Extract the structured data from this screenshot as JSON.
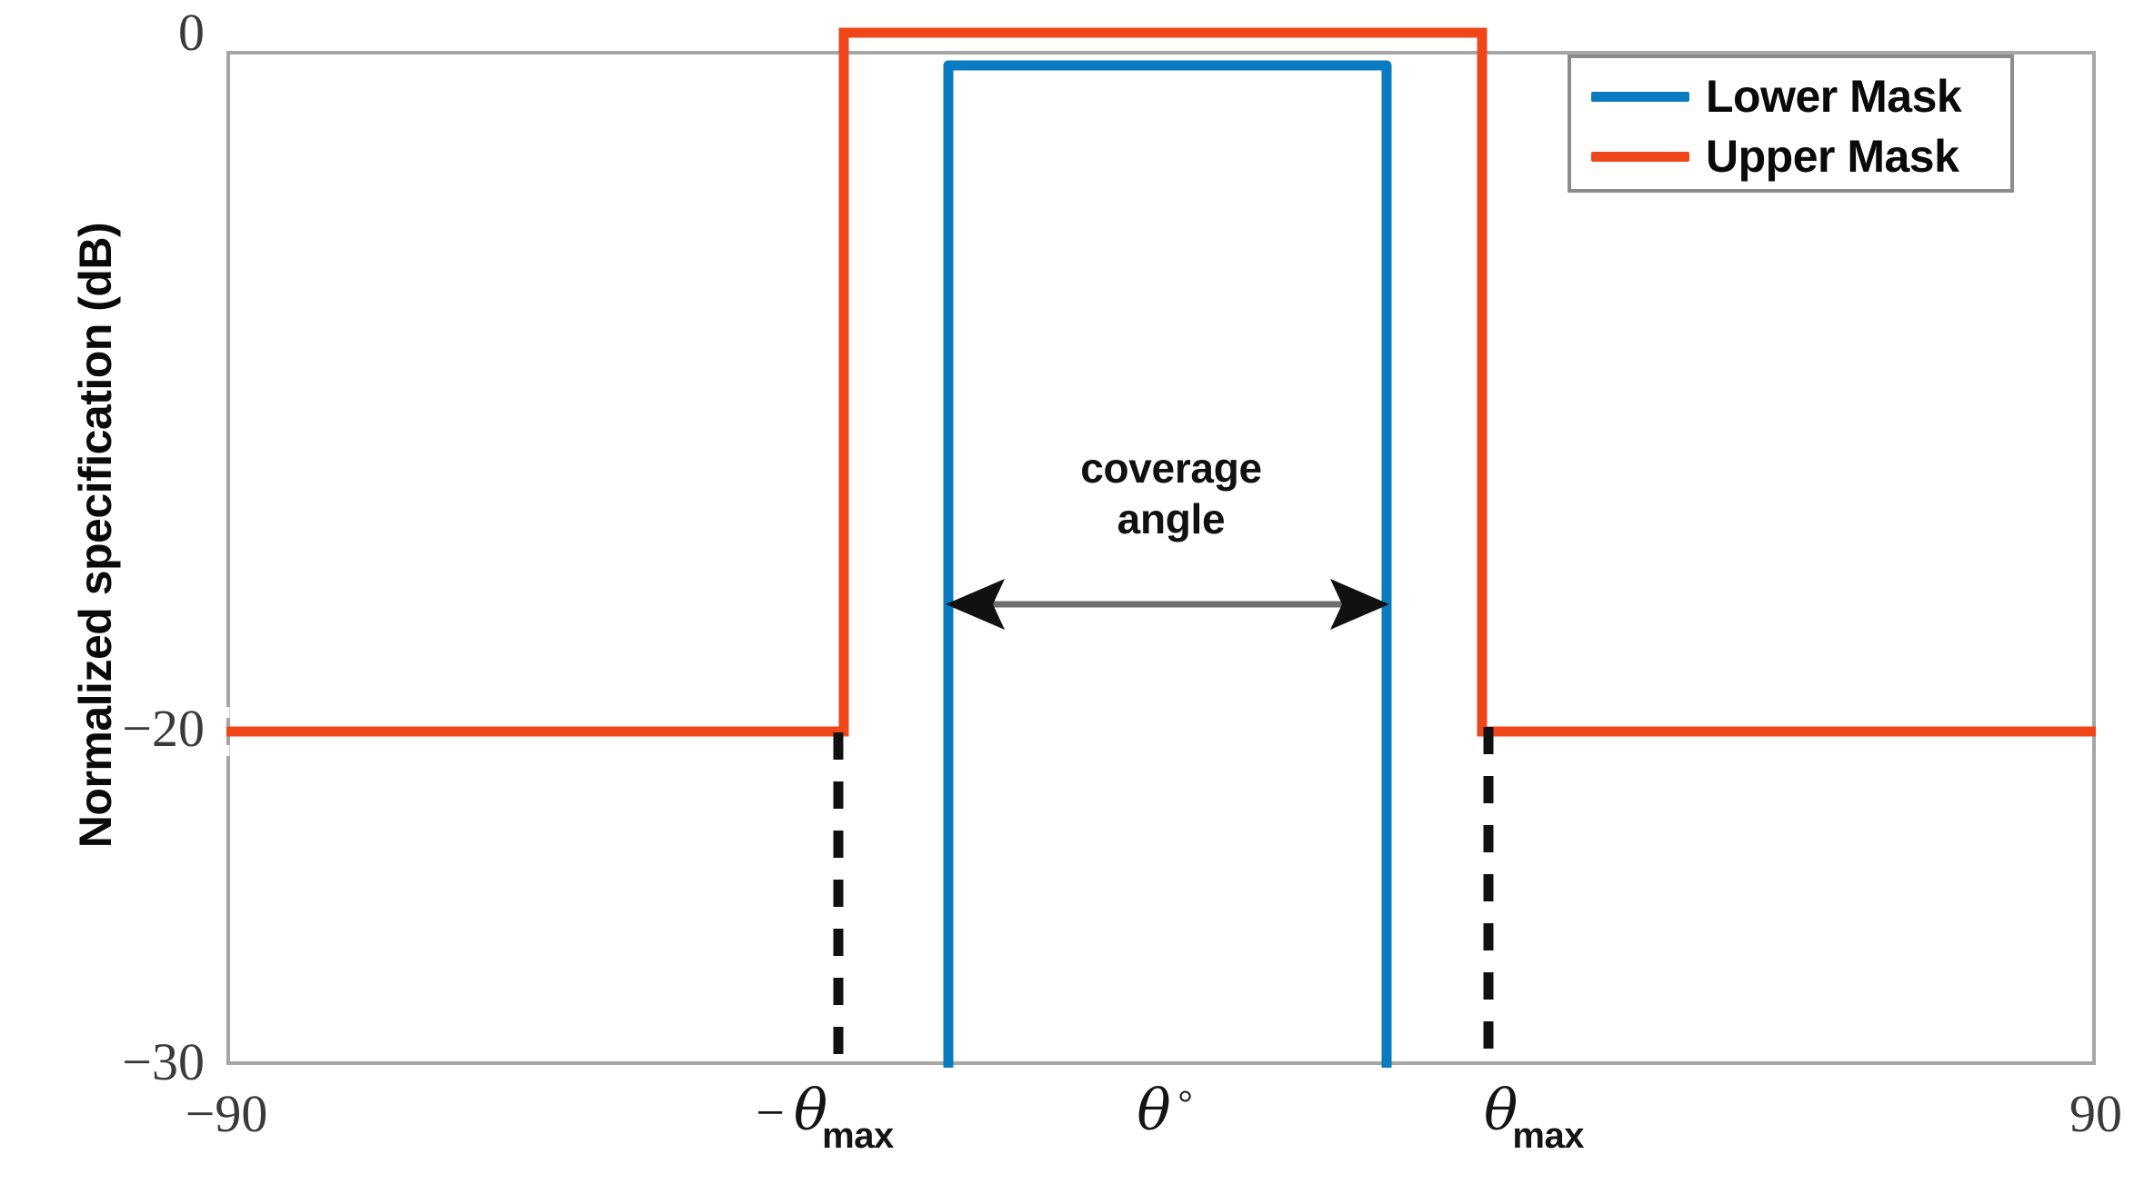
{
  "chart_data": {
    "type": "line",
    "title": "",
    "xlabel": "θ °",
    "ylabel": "Normalized specification (dB)",
    "xlim": [
      -90,
      90
    ],
    "ylim": [
      -30,
      0
    ],
    "grid": false,
    "legend_position": "top-right",
    "xticks": [
      {
        "value": -90,
        "label": "−90"
      },
      {
        "value": -38,
        "label": "−θmax"
      },
      {
        "value": 38,
        "label": "θmax"
      },
      {
        "value": 90,
        "label": "90"
      }
    ],
    "yticks": [
      {
        "value": 0,
        "label": "0"
      },
      {
        "value": -20,
        "label": "−20"
      },
      {
        "value": -30,
        "label": "−30"
      }
    ],
    "series": [
      {
        "name": "Lower Mask",
        "color": "#0b7bc1",
        "type": "step",
        "x": [
          -90,
          -28.5,
          -28.5,
          13.7,
          13.7,
          90
        ],
        "y": [
          -30,
          -30,
          -1,
          -1,
          -30,
          -30
        ]
      },
      {
        "name": "Upper Mask",
        "color": "#f0471a",
        "type": "step",
        "x": [
          -90,
          -38.5,
          -38.5,
          29.5,
          29.5,
          90
        ],
        "y": [
          -20,
          -20,
          0,
          0,
          -20,
          -20
        ]
      }
    ],
    "reference_lines": [
      {
        "name": "theta-max-negative",
        "x": -38.5,
        "style": "dashed",
        "color": "#111111",
        "y_from": -20,
        "y_to": -30
      },
      {
        "name": "theta-max-positive",
        "x": 29.5,
        "style": "dashed",
        "color": "#111111",
        "y_from": -20,
        "y_to": -30
      }
    ],
    "annotations": [
      {
        "name": "coverage-angle",
        "text_line1": "coverage",
        "text_line2": "angle",
        "arrow": "double-headed",
        "x_from": -28.5,
        "x_to": 13.7,
        "y": -16.3
      }
    ]
  },
  "axes": {
    "y_label": "Normalized specification (dB)",
    "y_ticks": {
      "top": "0",
      "mid": "−20",
      "bottom": "−30"
    },
    "x_ticks": {
      "left": "−90",
      "right": "90",
      "neg_max_minus": "−",
      "neg_max_theta": "θ",
      "neg_max_sub": "max",
      "pos_max_theta": "θ",
      "pos_max_sub": "max"
    },
    "x_label": {
      "theta": "θ",
      "degree": "°"
    }
  },
  "legend": {
    "entries": [
      {
        "label": "Lower Mask",
        "color": "#0b7bc1"
      },
      {
        "label": "Upper Mask",
        "color": "#f0471a"
      }
    ]
  },
  "annotation": {
    "coverage_line1": "coverage",
    "coverage_line2": "angle"
  },
  "colors": {
    "lower_mask": "#0b7bc1",
    "upper_mask": "#f0471a",
    "axis": "#a6a6a6",
    "dashed": "#111111",
    "arrow": "#6e6e6e",
    "text": "#141414",
    "background": "#ffffff"
  }
}
